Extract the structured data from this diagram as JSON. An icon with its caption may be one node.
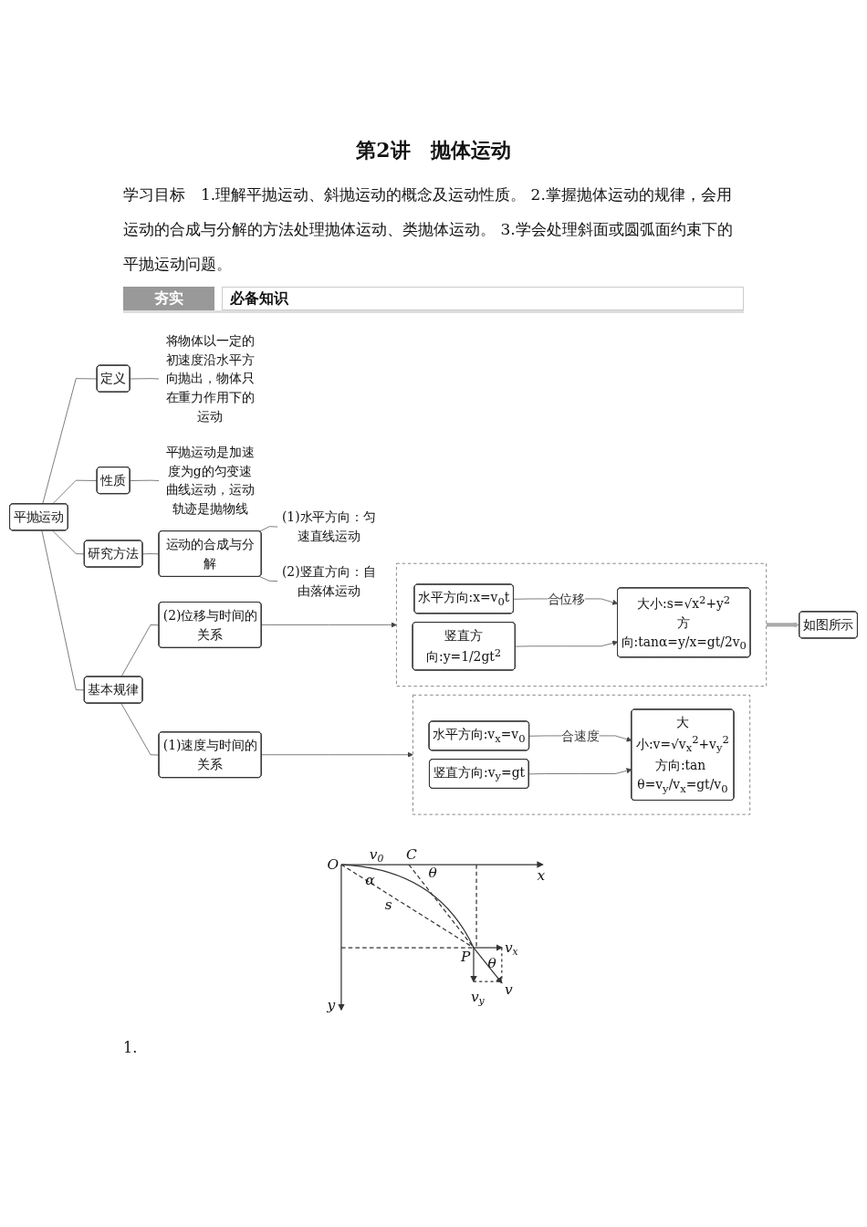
{
  "diagram": {
    "title": "第2讲　抛体运动",
    "nodes": [
      {
        "text": [
          "平抛运动"
        ]
      },
      {
        "text": [
          "定义"
        ]
      },
      {
        "text": [
          "将物体以一定的初速度沿水平方向抛出，物体只在重力作用下的运动"
        ]
      },
      {
        "text": [
          "性质"
        ]
      },
      {
        "text": [
          "平抛运动是加速度为g的匀变速曲线运动，运动轨迹是抛物线"
        ]
      },
      {
        "text": [
          "研究方法"
        ]
      },
      {
        "text": [
          "运动的合成与分解"
        ]
      },
      {
        "text": [
          "(1)水平方向：匀速直线运动"
        ]
      },
      {
        "text": [
          "(2)竖直方向：自由落体运动"
        ]
      },
      {
        "text": [
          "基本规律"
        ]
      },
      {
        "text": [
          "(1)速度与时间的关系"
        ]
      },
      {
        "text": [],
        "shape": "box"
      },
      {
        "text": [
          "水平方向:v$_{x}$=v$_{0}$"
        ],
        "in": 11
      },
      {
        "text": [
          "竖直方向:v$_{y}$=gt"
        ],
        "in": 11
      },
      {
        "text": [
          "大小:v=√v$_{x}$$^{2}$+v$_{y}$$^{2}$",
          "方向:tan θ=v$_{y}$/v$_{x}$=gt/v$_{0}$"
        ],
        "in": 11
      },
      {
        "text": [
          "(2)位移与时间的关系"
        ]
      },
      {
        "text": [],
        "shape": "box"
      },
      {
        "text": [
          "水平方向:x=v$_{0}$t"
        ],
        "in": 16
      },
      {
        "text": [
          "竖直方向:y=1/2gt$^{2}$"
        ],
        "in": 16
      },
      {
        "text": [
          "大小:s=√x$^{2}$+y$^{2}$",
          "方向:tanα=y/x=gt/2v$_{0}$"
        ],
        "in": 16
      },
      {
        "text": [
          "如图所示"
        ]
      }
    ],
    "edges": [
      {
        "from": 0,
        "to": 1,
        "arrow": "none"
      },
      {
        "from": 1,
        "to": 2,
        "arrow": "none"
      },
      {
        "from": 0,
        "to": 3,
        "arrow": "none"
      },
      {
        "from": 3,
        "to": 4,
        "arrow": "none"
      },
      {
        "from": 0,
        "to": 5,
        "arrow": "none"
      },
      {
        "from": 5,
        "to": 6,
        "arrow": "none"
      },
      {
        "from": 6,
        "to": 7,
        "arrow": "none"
      },
      {
        "from": 6,
        "to": 8,
        "arrow": "none"
      },
      {
        "from": 0,
        "to": 9,
        "arrow": "none"
      },
      {
        "from": 9,
        "to": 10,
        "arrow": "none"
      },
      {
        "from": 9,
        "to": 15,
        "arrow": "none"
      },
      {
        "from": 10,
        "to": 11,
        "arrow": "to"
      },
      {
        "from": 12,
        "to": 14,
        "arrow": "to",
        "label": "合速度"
      },
      {
        "from": 13,
        "to": 14,
        "arrow": "to"
      },
      {
        "from": 15,
        "to": 16,
        "arrow": "to"
      },
      {
        "from": 17,
        "to": 19,
        "arrow": "to",
        "label": "合位移"
      },
      {
        "from": 18,
        "to": 19,
        "arrow": "to"
      },
      {
        "from": 16,
        "to": 20,
        "arrow": "to",
        "style": "thick",
        "color": "#aaaaaa"
      }
    ],
    "labels": [
      "学习目标　1.理解平抛运动、斜抛运动的概念及运动性质。 2.掌握抛体运动的规律，会用运动的合成与分解的方法处理抛体运动、类抛体运动。 3.学会处理斜面或圆弧面约束下的平抛运动问题。",
      "夯实",
      "必备知识",
      "O",
      "v$_{0}$",
      "C",
      "θ",
      "x",
      "α",
      "s",
      "P",
      "v$_{x}$",
      "θ",
      "v$_{y}$",
      "v",
      "y",
      "1."
    ]
  }
}
